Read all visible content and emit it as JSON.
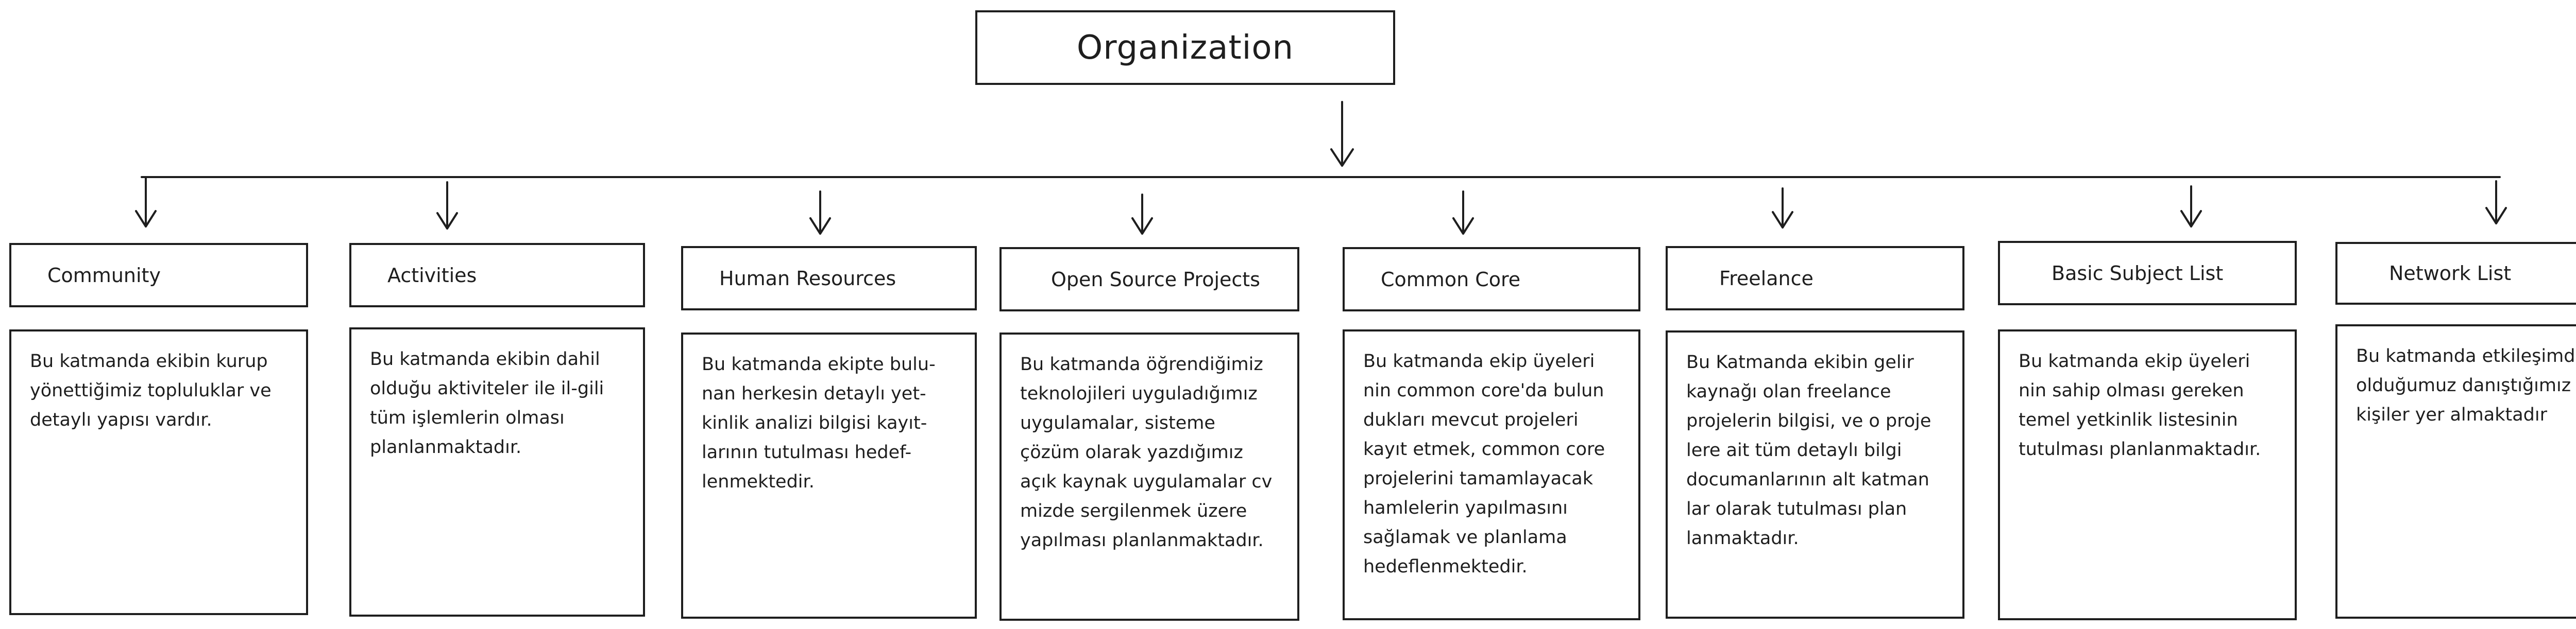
{
  "root": {
    "title": "Organization"
  },
  "categories": [
    {
      "label": "Community",
      "description": "Bu katmanda ekibin kurup yönettiğimiz topluluklar ve detaylı yapısı vardır."
    },
    {
      "label": "Activities",
      "description": "Bu katmanda ekibin dahil olduğu aktiviteler ile il-gili tüm işlemlerin olması planlanmaktadır."
    },
    {
      "label": "Human Resources",
      "description": "Bu katmanda ekipte bulu-nan herkesin detaylı yet-kinlik analizi bilgisi kayıt-larının tutulması hedef-lenmektedir."
    },
    {
      "label": "Open Source Projects",
      "description": "Bu katmanda öğrendiğimiz teknolojileri uyguladığımız uygulamalar, sisteme çözüm olarak yazdığımız açık kaynak uygulamalar cv mizde sergilenmek üzere yapılması planlanmaktadır."
    },
    {
      "label": "Common Core",
      "description": "Bu katmanda ekip üyeleri nin common core'da bulun dukları mevcut projeleri kayıt etmek, common core projelerini tamamlayacak hamlelerin yapılmasını sağlamak ve planlama hedeflenmektedir."
    },
    {
      "label": "Freelance",
      "description": "Bu Katmanda ekibin gelir kaynağı olan freelance projelerin bilgisi, ve o proje lere ait tüm detaylı bilgi documanlarının alt katman lar olarak tutulması plan lanmaktadır."
    },
    {
      "label": "Basic Subject List",
      "description": "Bu katmanda ekip üyeleri nin sahip olması gereken temel yetkinlik listesinin tutulması planlanmaktadır."
    },
    {
      "label": "Network List",
      "description": "Bu katmanda etkileşimde olduğumuz danıştığımız kişiler yer almaktadır"
    }
  ],
  "colors": {
    "stroke": "#1e1e1e",
    "background": "#ffffff"
  }
}
